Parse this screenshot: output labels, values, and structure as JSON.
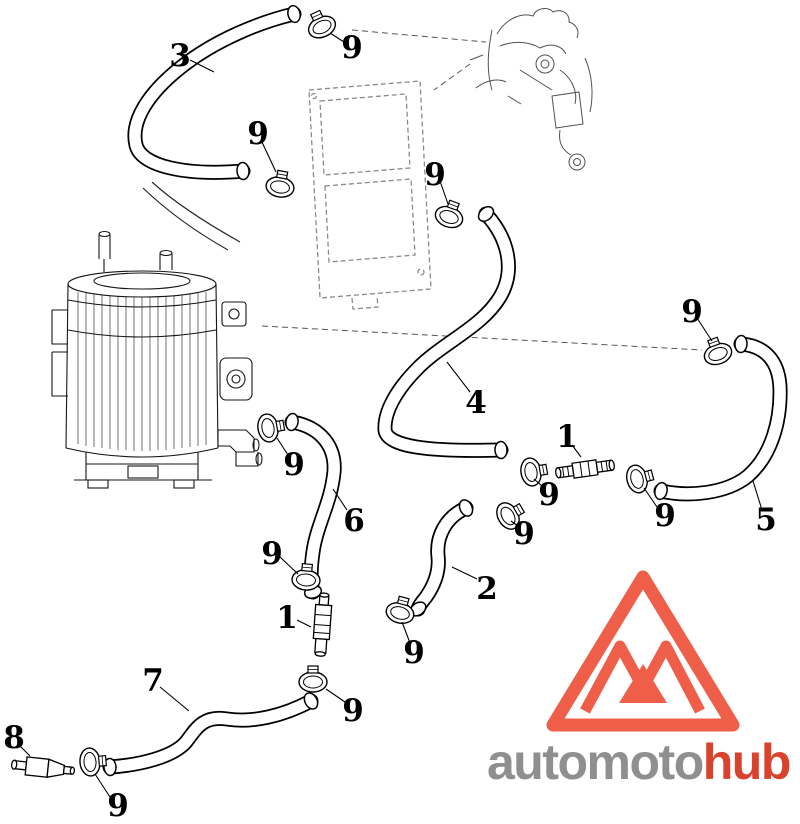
{
  "figure": {
    "kind": "exploded-parts-diagram",
    "background": "#ffffff",
    "line_color": "#000000"
  },
  "callouts": [
    {
      "text": "3"
    },
    {
      "text": "9"
    },
    {
      "text": "9"
    },
    {
      "text": "9"
    },
    {
      "text": "9"
    },
    {
      "text": "4"
    },
    {
      "text": "1"
    },
    {
      "text": "9"
    },
    {
      "text": "9"
    },
    {
      "text": "5"
    },
    {
      "text": "9"
    },
    {
      "text": "6"
    },
    {
      "text": "9"
    },
    {
      "text": "9"
    },
    {
      "text": "2"
    },
    {
      "text": "9"
    },
    {
      "text": "1"
    },
    {
      "text": "9"
    },
    {
      "text": "7"
    },
    {
      "text": "8"
    },
    {
      "text": "9"
    }
  ],
  "watermark": {
    "text_gray": "automoto",
    "text_accent": "hub",
    "color_gray": "#8f8f8f",
    "color_accent": "#d9432e",
    "logo_color": "#ef5e49"
  }
}
